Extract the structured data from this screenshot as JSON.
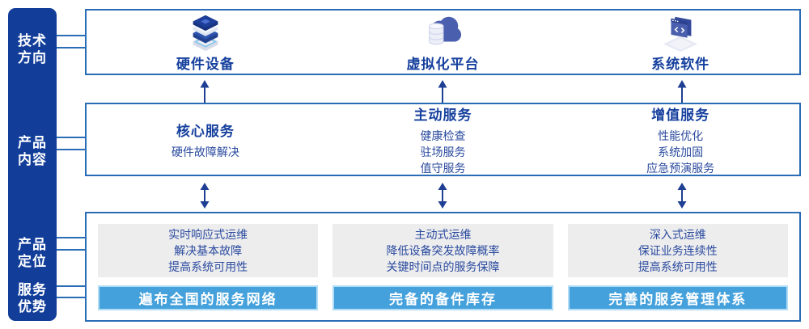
{
  "sidebar": {
    "labels": [
      "技术\n方向",
      "产品\n内容",
      "产品\n定位",
      "服务\n优势"
    ]
  },
  "tech_row": {
    "items": [
      {
        "label": "硬件设备",
        "icon": "server-stack-icon"
      },
      {
        "label": "虚拟化平台",
        "icon": "cloud-database-icon"
      },
      {
        "label": "系统软件",
        "icon": "code-window-icon"
      }
    ]
  },
  "content_row": {
    "columns": [
      {
        "heading": "核心服务",
        "items": [
          "硬件故障解决"
        ]
      },
      {
        "heading": "主动服务",
        "items": [
          "健康检查",
          "驻场服务",
          "值守服务"
        ]
      },
      {
        "heading": "增值服务",
        "items": [
          "性能优化",
          "系统加固",
          "应急预演服务"
        ]
      }
    ]
  },
  "positioning_row": {
    "columns": [
      {
        "lines": [
          "实时响应式运维",
          "解决基本故障",
          "提高系统可用性"
        ],
        "banner": "遍布全国的服务网络"
      },
      {
        "lines": [
          "主动式运维",
          "降低设备突发故障概率",
          "关键时间点的服务保障"
        ],
        "banner": "完备的备件库存"
      },
      {
        "lines": [
          "深入式运维",
          "保证业务连续性",
          "提高系统可用性"
        ],
        "banner": "完善的服务管理体系"
      }
    ]
  },
  "colors": {
    "sidebar_navy": "#123e9a",
    "box_border_blue": "#2a6db6",
    "heading_navy": "#16409e",
    "body_navy": "#2a4a9e",
    "banner_blue": "#45a1dc",
    "banner_border": "#b0dcf5",
    "panel_gray": "#ededee",
    "arrow_navy": "#1e3f94"
  }
}
